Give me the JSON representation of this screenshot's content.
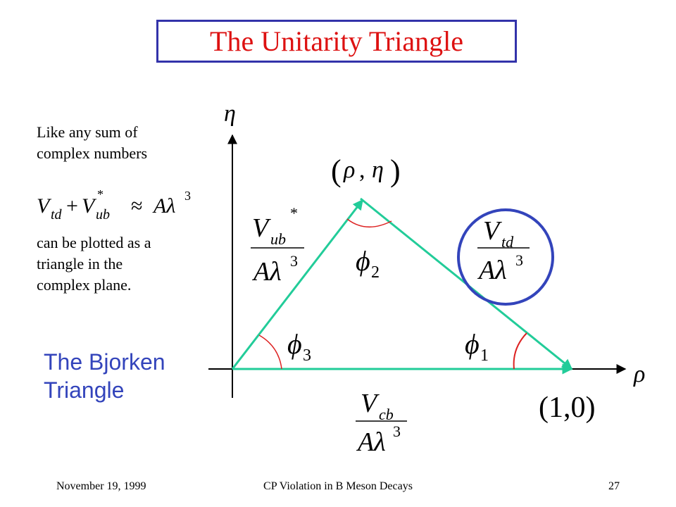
{
  "title": "The Unitarity Triangle",
  "intro": {
    "line1": "Like any sum of",
    "line2": "complex numbers",
    "line3": "can be plotted as a",
    "line4": "triangle in the",
    "line5": "complex plane."
  },
  "subtitle": {
    "line1": "The Bjorken",
    "line2": "Triangle"
  },
  "diagram": {
    "axis_x_label": "ρ",
    "axis_y_label": "η",
    "apex_label": "(ρ, η)",
    "base_label": "(1,0)",
    "angle_left": "φ3",
    "angle_top": "φ2",
    "angle_right": "φ1",
    "side_left_num": "V*ub",
    "side_right_num": "Vtd",
    "side_bottom_num": "Vcb",
    "denominator": "Aλ3",
    "sum_equation": "Vtd + V*ub ≈ Aλ3"
  },
  "colors": {
    "title": "#dd1111",
    "title_border": "#3333aa",
    "triangle": "#22cc99",
    "angle_arc": "#dd2222",
    "circle": "#3344bb",
    "bjorken": "#3344bb"
  },
  "footer": {
    "date": "November 19, 1999",
    "center": "CP Violation in B Meson Decays",
    "page": "27"
  }
}
